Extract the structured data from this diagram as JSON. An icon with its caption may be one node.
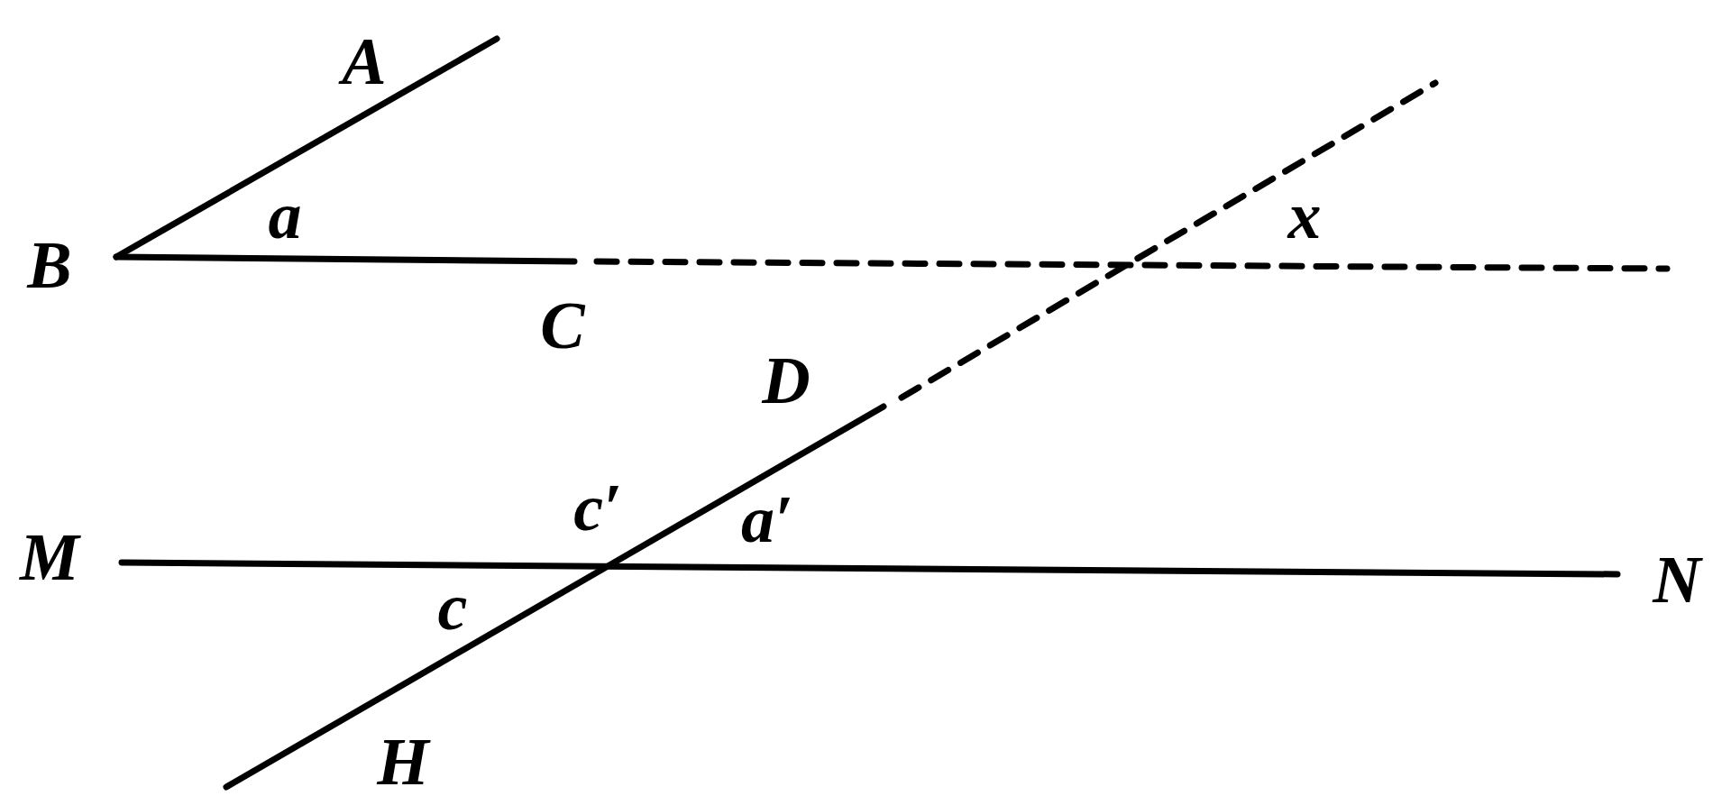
{
  "diagram": {
    "labels": [
      "A",
      "B",
      "a",
      "C",
      "D",
      "x",
      "c′",
      "a′",
      "M",
      "N",
      "c",
      "H"
    ]
  }
}
